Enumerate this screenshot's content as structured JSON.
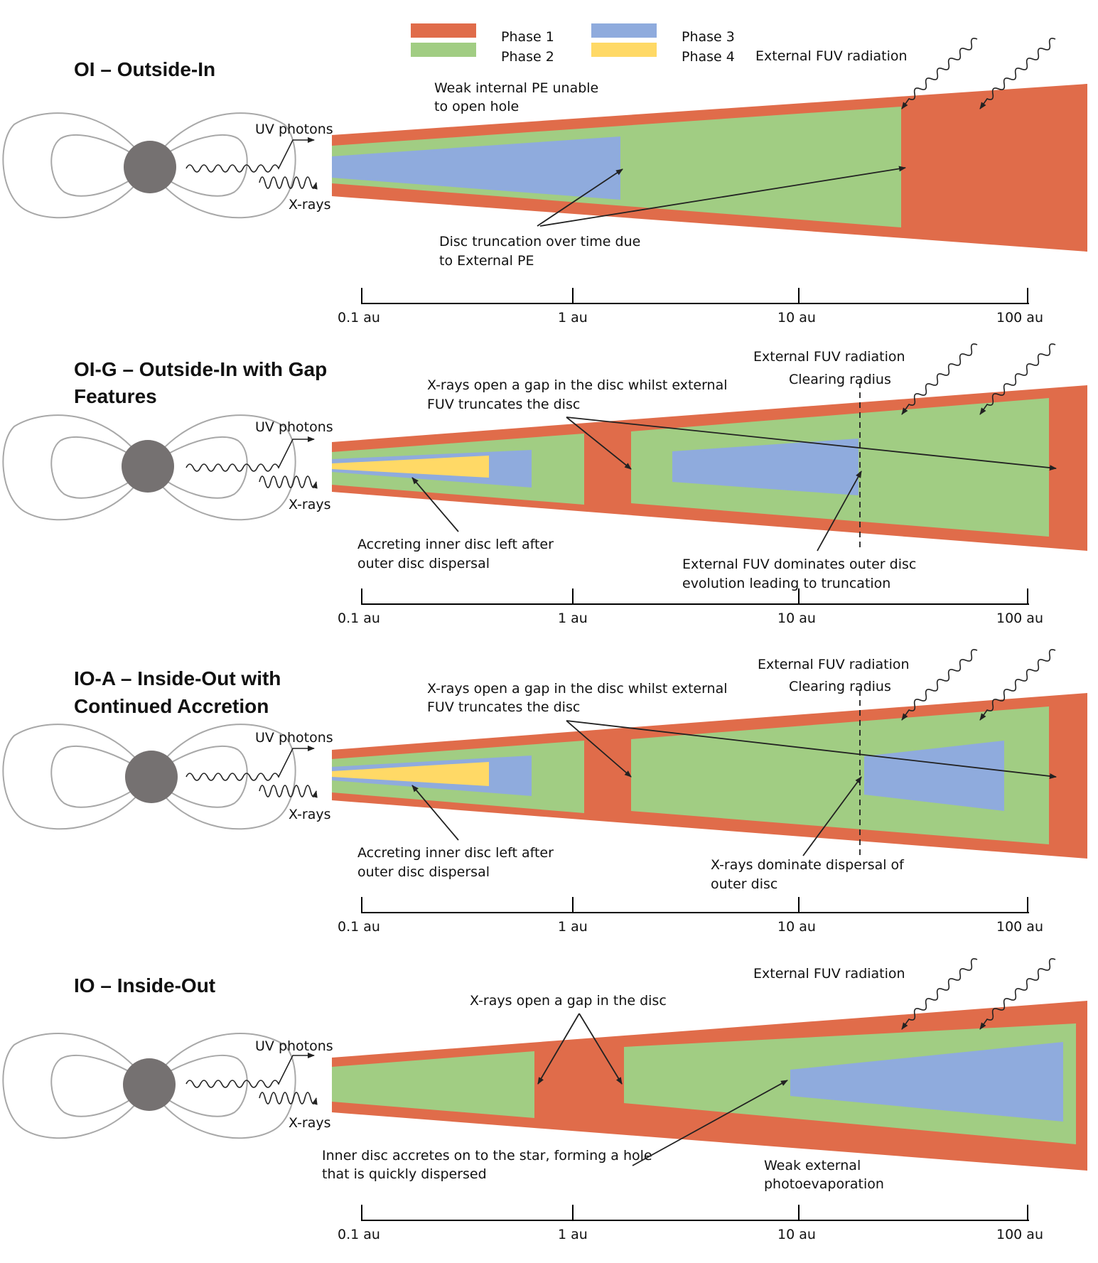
{
  "legend": [
    {
      "label": "Phase 1",
      "color": "#E06C4A"
    },
    {
      "label": "Phase 2",
      "color": "#A1CD83"
    },
    {
      "label": "Phase 3",
      "color": "#8FABDD"
    },
    {
      "label": "Phase 4",
      "color": "#FFD966"
    }
  ],
  "colors": {
    "phase1": "#E06C4A",
    "phase2": "#A1CD83",
    "phase3": "#8FABDD",
    "phase4": "#FFD966",
    "star": "#757171"
  },
  "axis_ticks": [
    "0.1 au",
    "1 au",
    "10 au",
    "100 au"
  ],
  "common": {
    "uv_photons": "UV photons",
    "x_rays": "X-rays",
    "external_fuv": "External FUV radiation",
    "clearing_radius": "Clearing radius"
  },
  "panels": [
    {
      "id": "oi",
      "title": [
        "OI – Outside-In"
      ],
      "annotations": [
        [
          "Weak internal PE unable",
          "to open hole"
        ],
        [
          "Disc truncation over time due",
          "to External PE"
        ]
      ]
    },
    {
      "id": "oig",
      "title": [
        "OI-G – Outside-In with Gap",
        "Features"
      ],
      "annotations": [
        [
          "X-rays open a gap in the disc whilst external",
          "FUV truncates the disc"
        ],
        [
          "Accreting inner disc left after",
          "outer disc dispersal"
        ],
        [
          "External FUV dominates outer disc",
          "evolution leading to truncation"
        ]
      ]
    },
    {
      "id": "ioa",
      "title": [
        "IO-A – Inside-Out with",
        "Continued Accretion"
      ],
      "annotations": [
        [
          "X-rays open a gap in the disc whilst external",
          "FUV truncates the disc"
        ],
        [
          "Accreting inner disc left after",
          "outer disc dispersal"
        ],
        [
          "X-rays dominate dispersal of",
          "outer disc"
        ]
      ]
    },
    {
      "id": "io",
      "title": [
        "IO – Inside-Out"
      ],
      "annotations": [
        [
          "X-rays open a gap in the disc"
        ],
        [
          "Inner disc accretes on to the star, forming a hole",
          "that is quickly dispersed"
        ],
        [
          "Weak external",
          "photoevaporation"
        ]
      ]
    }
  ]
}
